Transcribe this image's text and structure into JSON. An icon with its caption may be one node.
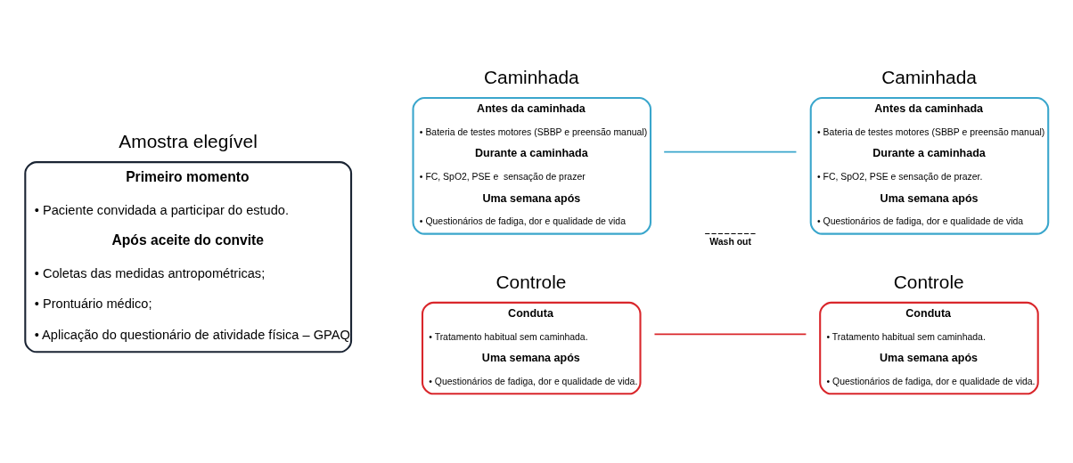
{
  "diagram": {
    "nodes": [
      {
        "text": [
          "Amostra elegível",
          "Primeiro momento",
          "• Paciente convidada a participar do estudo.",
          "Após aceite do convite",
          "• Coletas das medidas antropométricas;",
          "• Prontuário médico;",
          "• Aplicação do questionário de atividade física – GPAQ"
        ]
      },
      {
        "text": [
          "Caminhada",
          "Antes da caminhada",
          "• Bateria de testes motores (SBBP e preensão manual)",
          "Durante a caminhada",
          "• FC, SpO2, PSE e  sensação de prazer",
          "Uma semana após",
          "• Questionários de fadiga, dor e qualidade de vida"
        ]
      },
      {
        "text": [
          "Controle",
          "Conduta",
          "• Tratamento habitual sem caminhada.",
          "Uma semana após",
          "• Questionários de fadiga, dor e qualidade de vida."
        ]
      },
      {
        "text": [
          "Controle",
          "Conduta",
          "• Tratamento habitual sem caminhada.",
          "Uma semana após",
          "• Questionários de fadiga, dor e qualidade de vida."
        ]
      },
      {
        "text": [
          "Caminhada",
          "Antes da caminhada",
          "• Bateria de testes motores (SBBP e preensão manual)",
          "Durante a caminhada",
          "• FC, SpO2, PSE e sensação de prazer.",
          "Uma semana após",
          "• Questionários de fadiga, dor e qualidade de vida"
        ]
      }
    ],
    "edges": [
      {
        "from": 1,
        "to": 4,
        "arrow": "none",
        "color": "#3aa6cc"
      },
      {
        "from": 2,
        "to": 3,
        "arrow": "none",
        "color": "#d9262b"
      }
    ],
    "labels": [
      "Wash out"
    ]
  }
}
